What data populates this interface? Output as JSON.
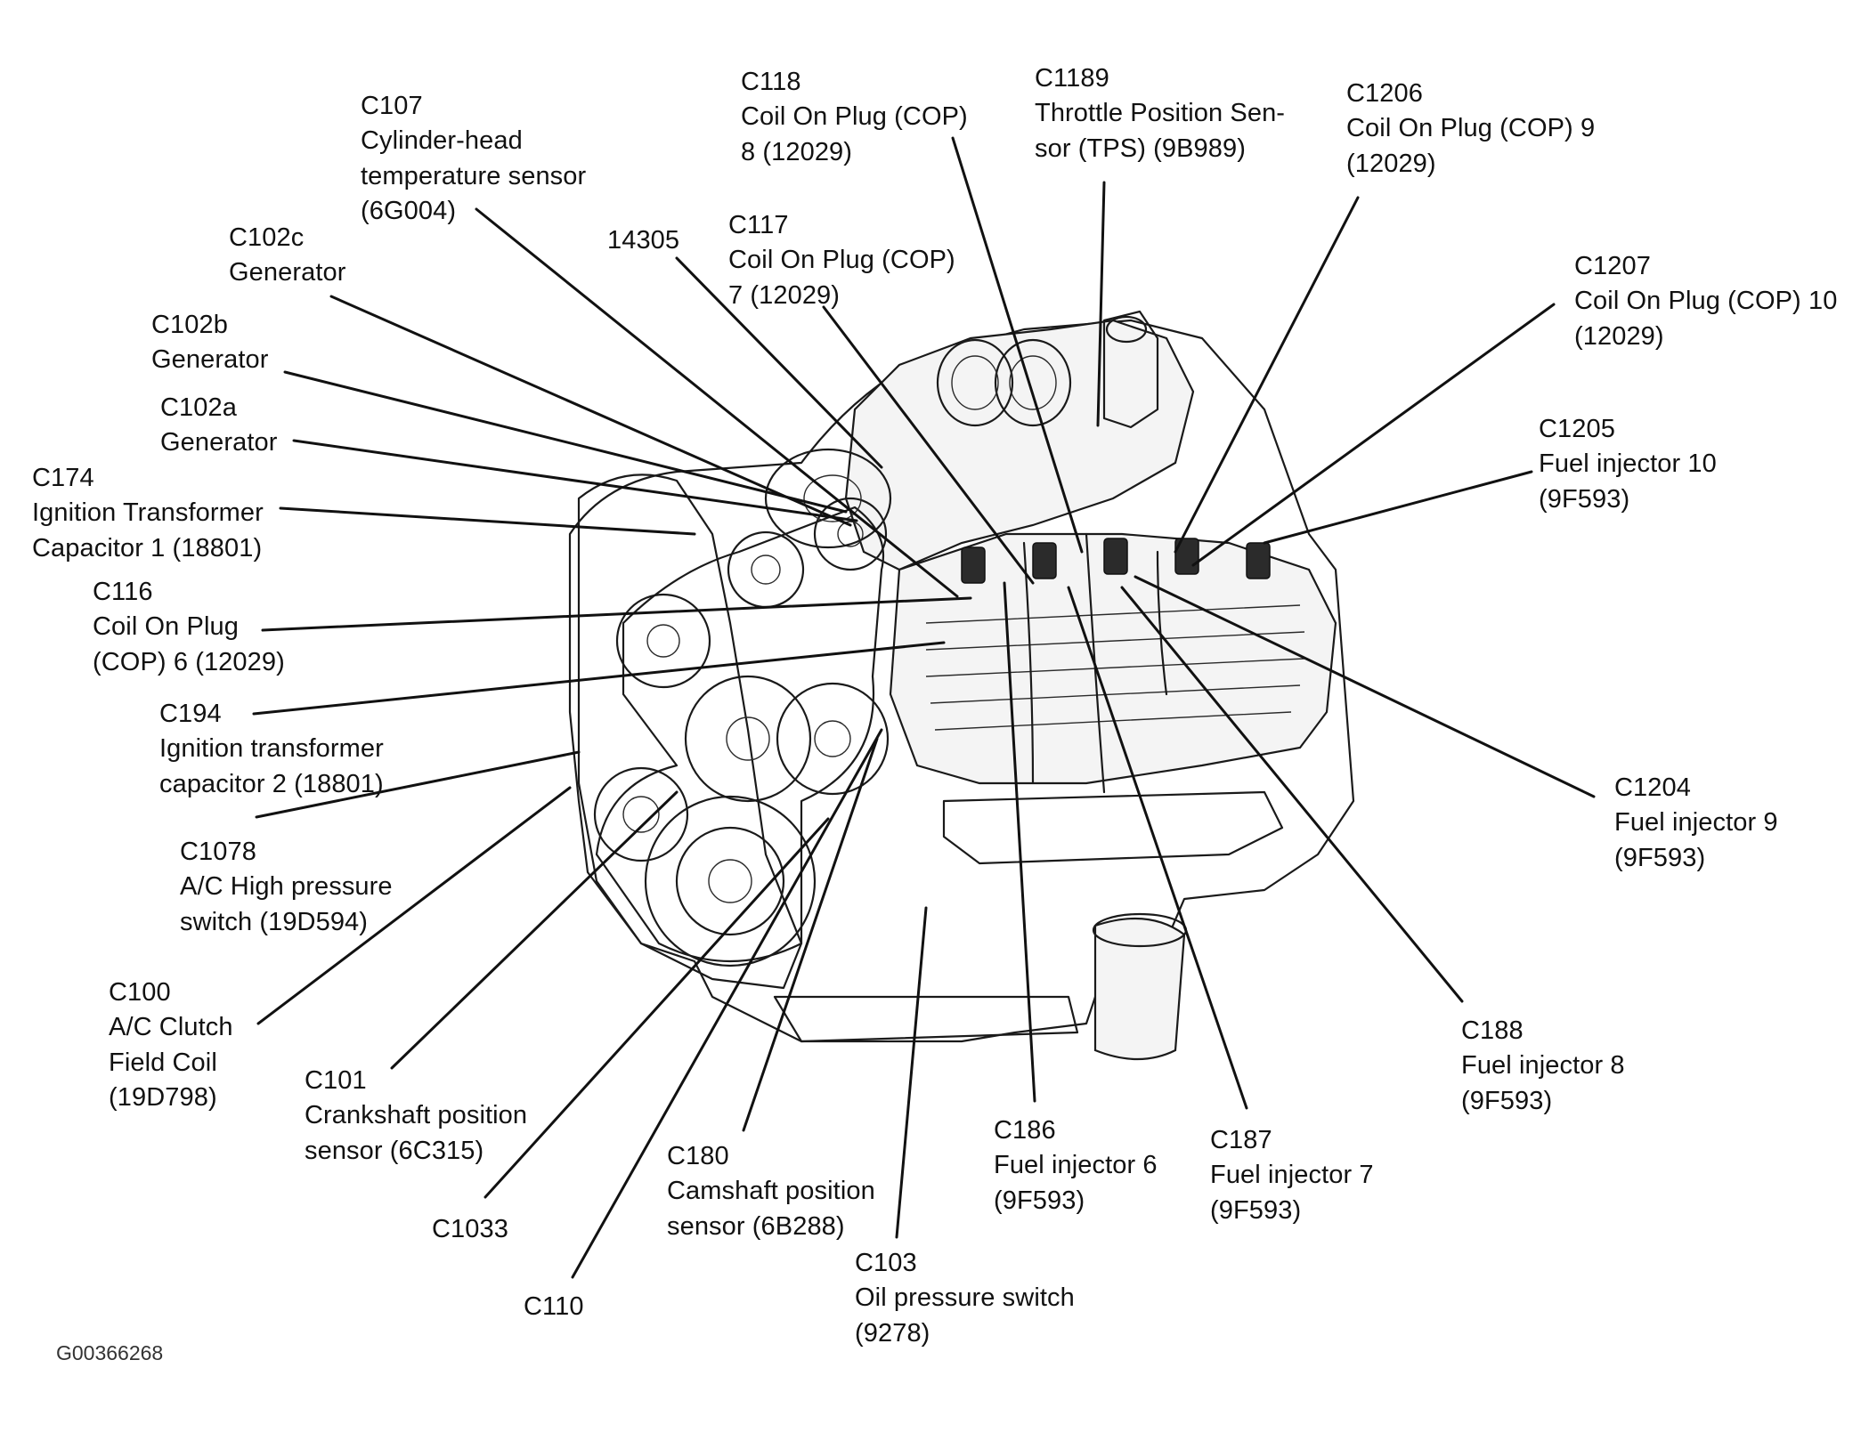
{
  "figure_id": "G00366268",
  "callouts": [
    {
      "code": "C107",
      "lines": [
        "Cylinder-head",
        "temperature sensor",
        "(6G004)"
      ]
    },
    {
      "code": "C118",
      "lines": [
        "Coil On Plug (COP)",
        "8 (12029)"
      ]
    },
    {
      "code": "C1189",
      "lines": [
        "Throttle Position Sen-",
        "sor (TPS) (9B989)"
      ]
    },
    {
      "code": "C1206",
      "lines": [
        "Coil On Plug (COP) 9",
        "(12029)"
      ]
    },
    {
      "code": "C102c",
      "lines": [
        "Generator"
      ]
    },
    {
      "code": "14305",
      "lines": []
    },
    {
      "code": "C117",
      "lines": [
        "Coil On Plug (COP)",
        "7 (12029)"
      ]
    },
    {
      "code": "C1207",
      "lines": [
        "Coil On Plug (COP) 10",
        "(12029)"
      ]
    },
    {
      "code": "C102b",
      "lines": [
        "Generator"
      ]
    },
    {
      "code": "C102a",
      "lines": [
        "Generator"
      ]
    },
    {
      "code": "C1205",
      "lines": [
        "Fuel injector 10",
        "(9F593)"
      ]
    },
    {
      "code": "C174",
      "lines": [
        "Ignition Transformer",
        "Capacitor 1 (18801)"
      ]
    },
    {
      "code": "C116",
      "lines": [
        "Coil On Plug",
        "(COP) 6 (12029)"
      ]
    },
    {
      "code": "C194",
      "lines": [
        "Ignition transformer",
        "capacitor 2 (18801)"
      ]
    },
    {
      "code": "C1204",
      "lines": [
        "Fuel injector 9",
        "(9F593)"
      ]
    },
    {
      "code": "C1078",
      "lines": [
        "A/C High pressure",
        "switch (19D594)"
      ]
    },
    {
      "code": "C100",
      "lines": [
        "A/C Clutch",
        "Field Coil",
        "(19D798)"
      ]
    },
    {
      "code": "C188",
      "lines": [
        "Fuel injector 8",
        "(9F593)"
      ]
    },
    {
      "code": "C101",
      "lines": [
        "Crankshaft position",
        "sensor (6C315)"
      ]
    },
    {
      "code": "C186",
      "lines": [
        "Fuel injector 6",
        "(9F593)"
      ]
    },
    {
      "code": "C187",
      "lines": [
        "Fuel injector 7",
        "(9F593)"
      ]
    },
    {
      "code": "C180",
      "lines": [
        "Camshaft position",
        "sensor (6B288)"
      ]
    },
    {
      "code": "C1033",
      "lines": []
    },
    {
      "code": "C103",
      "lines": [
        "Oil pressure switch",
        "(9278)"
      ]
    },
    {
      "code": "C110",
      "lines": []
    }
  ]
}
